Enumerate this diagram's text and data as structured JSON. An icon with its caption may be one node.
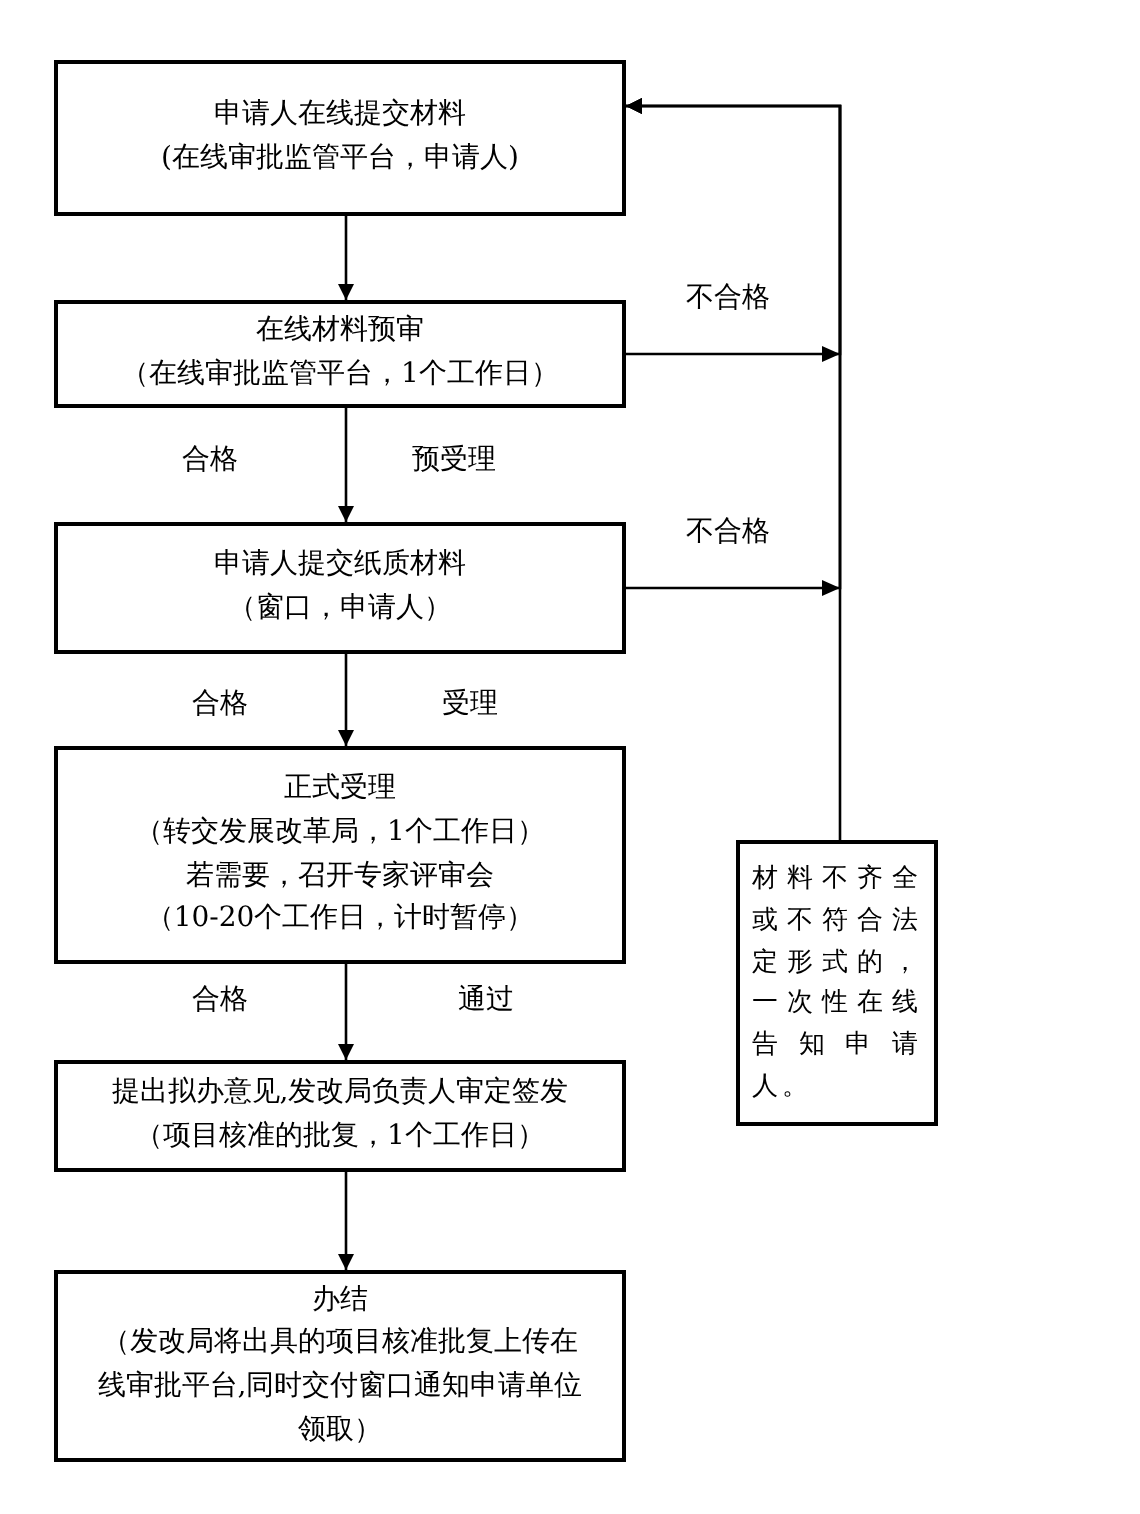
{
  "diagram": {
    "nodes": [
      {
        "text": [
          "申请人在线提交材料",
          "(在线审批监管平台，申请人)"
        ]
      },
      {
        "text": [
          "在线材料预审",
          "（在线审批监管平台，1个工作日）"
        ]
      },
      {
        "text": [
          "申请人提交纸质材料",
          "（窗口，申请人）"
        ]
      },
      {
        "text": [
          "正式受理",
          "（转交发展改革局，1个工作日）",
          "若需要，召开专家评审会",
          "（10-20个工作日，计时暂停）"
        ]
      },
      {
        "text": [
          "提出拟办意见,发改局负责人审定签发",
          "（项目核准的批复，1个工作日）"
        ]
      },
      {
        "text": [
          "办结",
          "（发改局将出具的项目核准批复上传在线审批平台,同时交付窗口通知申请单位领取）"
        ]
      },
      {
        "text": [
          "材料不齐全或不符合法定形式的，一次性在线告知申请人。"
        ]
      }
    ],
    "edges": [
      {
        "from": 0,
        "to": 1,
        "arrow": "to"
      },
      {
        "from": 1,
        "to": 2,
        "arrow": "to",
        "label": "合格"
      },
      {
        "from": 2,
        "to": 3,
        "arrow": "to",
        "label": "合格"
      },
      {
        "from": 3,
        "to": 4,
        "arrow": "to",
        "label": "合格"
      },
      {
        "from": 4,
        "to": 5,
        "arrow": "to"
      },
      {
        "from": 1,
        "to": 0,
        "arrow": "to",
        "label": "不合格"
      },
      {
        "from": 2,
        "to": 0,
        "arrow": "to",
        "label": "不合格"
      },
      {
        "from": 6,
        "to": 0,
        "arrow": "to"
      }
    ],
    "labels": [
      "预受理",
      "受理",
      "通过"
    ]
  }
}
